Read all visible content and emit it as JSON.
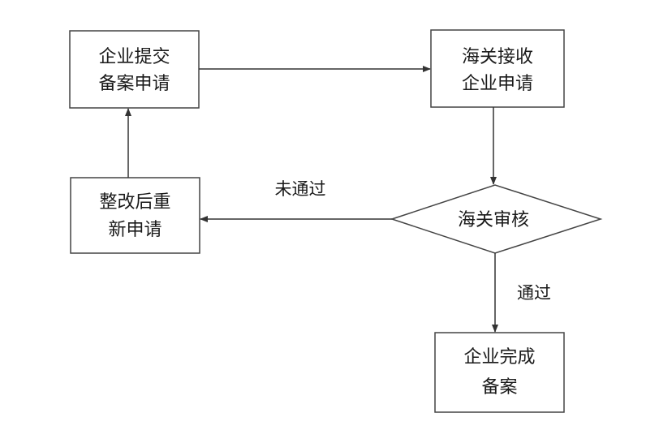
{
  "nodes": {
    "submit": {
      "line1": "企业提交",
      "line2": "备案申请"
    },
    "receive": {
      "line1": "海关接收",
      "line2": "企业申请"
    },
    "review": {
      "label": "海关审核"
    },
    "resubmit": {
      "line1": "整改后重",
      "line2": "新申请"
    },
    "complete": {
      "line1": "企业完成",
      "line2": "备案"
    }
  },
  "edges": {
    "fail_label": "未通过",
    "pass_label": "通过"
  }
}
